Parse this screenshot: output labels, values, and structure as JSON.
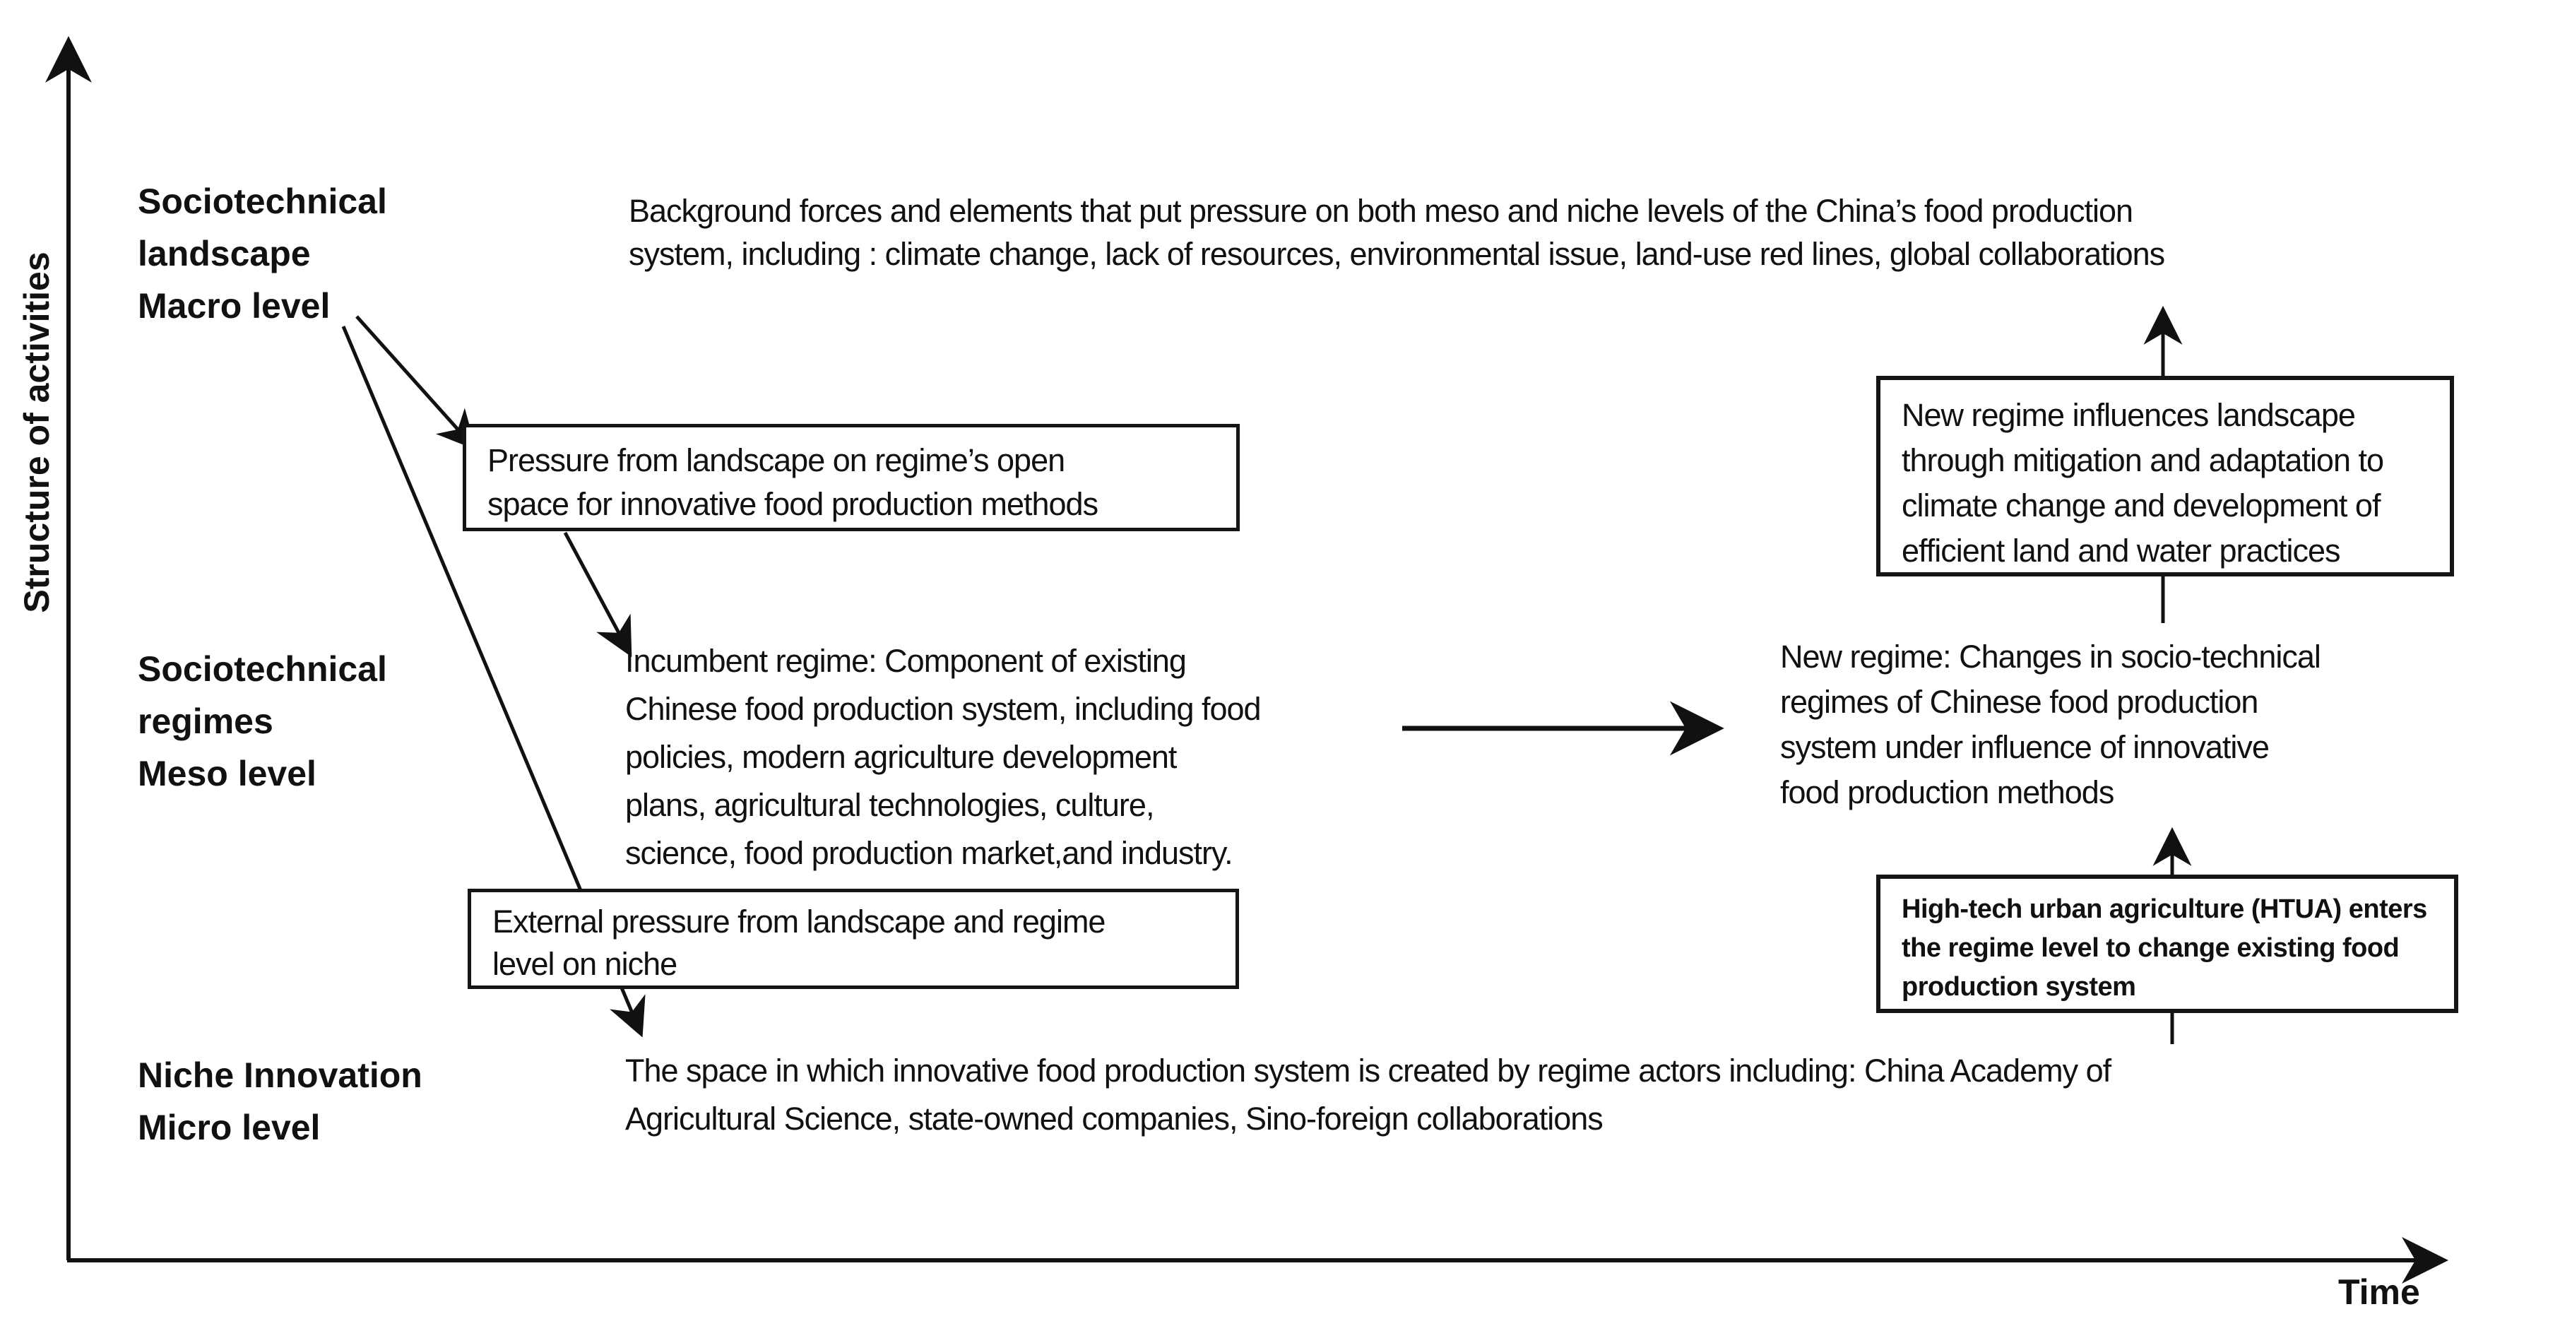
{
  "axes": {
    "y_label": "Structure of activities",
    "x_label": "Time"
  },
  "levels": {
    "macro": {
      "lines": [
        "Sociotechnical",
        "landscape",
        "Macro level"
      ]
    },
    "meso": {
      "lines": [
        "Sociotechnical",
        "regimes",
        "Meso level"
      ]
    },
    "micro": {
      "lines": [
        "Niche Innovation",
        "Micro level"
      ]
    }
  },
  "texts": {
    "background": {
      "lines": [
        "Background forces and elements that put pressure on both meso and niche levels of the China’s food production",
        "system, including : climate change, lack of resources, environmental issue, land-use red lines, global collaborations"
      ]
    },
    "incumbent": {
      "lines": [
        "Incumbent regime: Component of existing",
        "Chinese food production system, including food",
        "policies, modern agriculture development",
        "plans, agricultural technologies, culture,",
        "science, food production market,and industry."
      ]
    },
    "new_regime": {
      "lines": [
        "New regime: Changes in socio-technical",
        "regimes of Chinese food production",
        "system under influence of innovative",
        "food production methods"
      ]
    },
    "niche": {
      "lines": [
        "The space in which innovative food production system is created by regime actors including: China Academy of",
        "Agricultural Science, state-owned companies, Sino-foreign collaborations"
      ]
    }
  },
  "boxes": {
    "pressure": {
      "lines": [
        "Pressure from landscape on regime’s open",
        "space for innovative food production methods"
      ]
    },
    "external": {
      "lines": [
        "External pressure from landscape and regime",
        "level on niche"
      ]
    },
    "influences": {
      "lines": [
        "New regime influences landscape",
        "through mitigation and adaptation to",
        "climate change and development of",
        "efficient land and water practices"
      ]
    },
    "htua": {
      "lines": [
        "High-tech urban agriculture (HTUA) enters",
        "the regime level to change existing food",
        "production system"
      ]
    }
  },
  "colors": {
    "ink": "#111111",
    "background": "#ffffff"
  }
}
